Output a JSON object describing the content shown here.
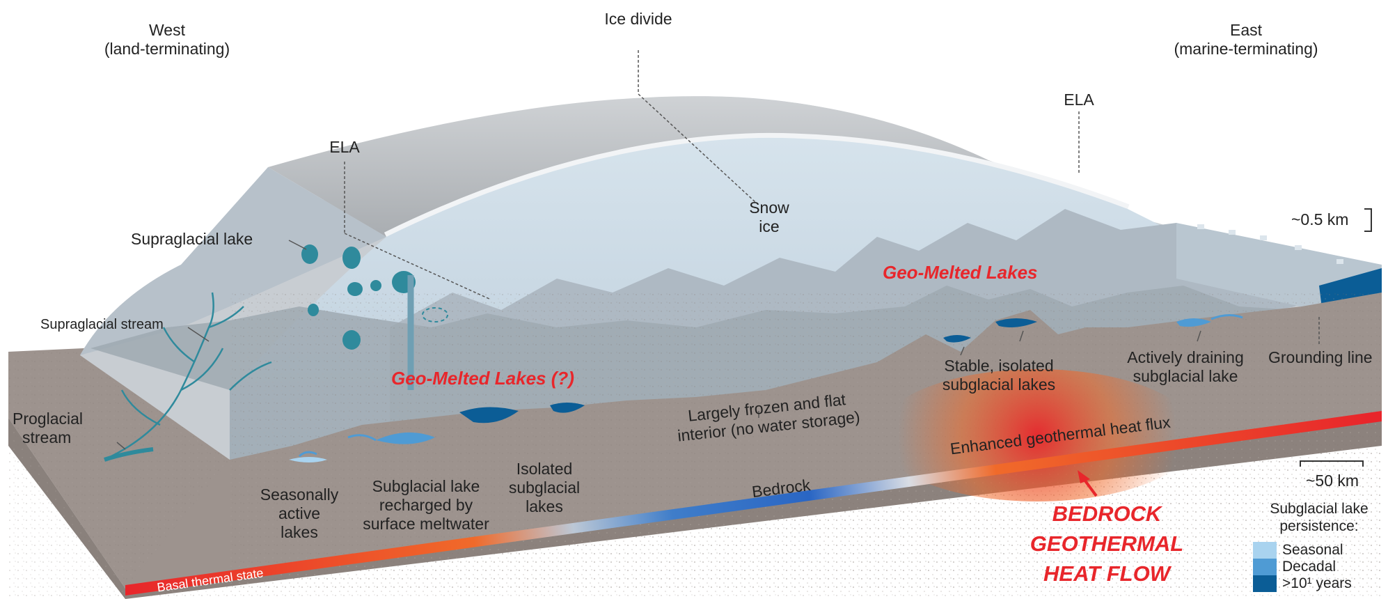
{
  "labels": {
    "west_line1": "West",
    "west_line2": "(land-terminating)",
    "ice_divide": "Ice divide",
    "east_line1": "East",
    "east_line2": "(marine-terminating)",
    "ela_left": "ELA",
    "ela_right": "ELA",
    "snow": "Snow",
    "ice": "ice",
    "scale_height": "~0.5 km",
    "supraglacial_lake": "Supraglacial lake",
    "supraglacial_stream": "Supraglacial stream",
    "proglacial_line1": "Proglacial",
    "proglacial_line2": "stream",
    "geo_melted_right": "Geo-Melted Lakes",
    "geo_melted_left": "Geo-Melted Lakes (?)",
    "stable_line1": "Stable, isolated",
    "stable_line2": "subglacial lakes",
    "draining_line1": "Actively draining",
    "draining_line2": "subglacial lake",
    "grounding_line": "Grounding line",
    "frozen_line1": "Largely frozen and flat",
    "frozen_line2": "interior (no water storage)",
    "enhanced_flux": "Enhanced geothermal heat flux",
    "scale_distance": "~50 km",
    "seasonal_line1": "Seasonally",
    "seasonal_line2": "active",
    "seasonal_line3": "lakes",
    "recharged_line1": "Subglacial lake",
    "recharged_line2": "recharged by",
    "recharged_line3": "surface meltwater",
    "isolated_line1": "Isolated",
    "isolated_line2": "subglacial",
    "isolated_line3": "lakes",
    "bedrock": "Bedrock",
    "basal_thermal_state": "Basal thermal state",
    "bedrock_heat_line1": "BEDROCK",
    "bedrock_heat_line2": "GEOTHERMAL",
    "bedrock_heat_line3": "HEAT FLOW"
  },
  "legend": {
    "title_line1": "Subglacial lake",
    "title_line2": "persistence:",
    "items": [
      {
        "label": "Seasonal",
        "color": "#a9d3ef"
      },
      {
        "label": "Decadal",
        "color": "#4f9bd4"
      },
      {
        "label": ">10¹ years",
        "color": "#0b5d96"
      }
    ]
  },
  "colors": {
    "bedrock": "#9d938e",
    "ice_surface": "#d9dcdf",
    "ice_interior": "#c9d8e3",
    "mountains": "#a3adb6",
    "lake_dark": "#0b5d96",
    "lake_mid": "#4f9bd4",
    "lake_light": "#a9d3ef",
    "supraglacial": "#2f8a9c",
    "heat_red": "#e8262b",
    "cold_blue": "#2a66c4",
    "annotation_red": "#e8262b"
  }
}
